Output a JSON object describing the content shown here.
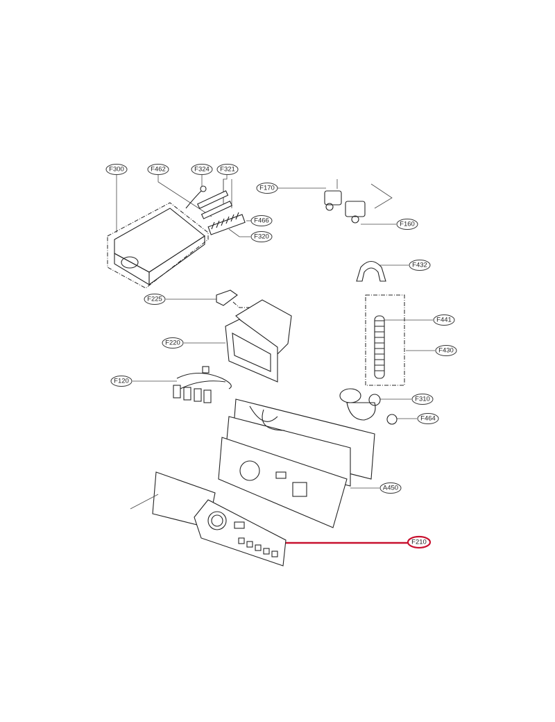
{
  "diagram": {
    "highlight_color": "#c8102e",
    "labels": {
      "F300": "F300",
      "F462": "F462",
      "F324": "F324",
      "F321": "F321",
      "F170": "F170",
      "F466": "F466",
      "F320": "F320",
      "F160": "F160",
      "F432": "F432",
      "F225": "F225",
      "F441": "F441",
      "F220": "F220",
      "F430": "F430",
      "F120": "F120",
      "F310": "F310",
      "F464": "F464",
      "A450": "A450",
      "F210": "F210"
    },
    "highlighted_part": "F210"
  }
}
